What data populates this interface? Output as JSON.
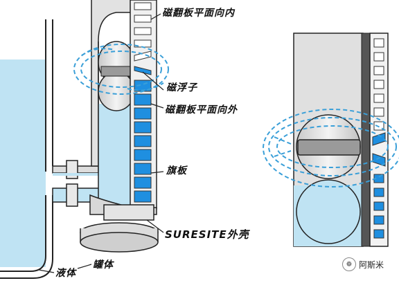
{
  "labels": {
    "flap_inward": "磁翻板平面向内",
    "float": "磁浮子",
    "flap_outward": "磁翻板平面向外",
    "flap": "旗板",
    "housing": "SURESITE外壳",
    "liquid": "液体",
    "tank": "罐体"
  },
  "watermark": {
    "text": "阿斯米",
    "icon": "wechat-icon"
  },
  "colors": {
    "liquid": "#bfe3f3",
    "flap_blue": "#1f8fe0",
    "field_lines": "#3a9fd8",
    "outline": "#222222",
    "metal": "#dcdcdc"
  }
}
